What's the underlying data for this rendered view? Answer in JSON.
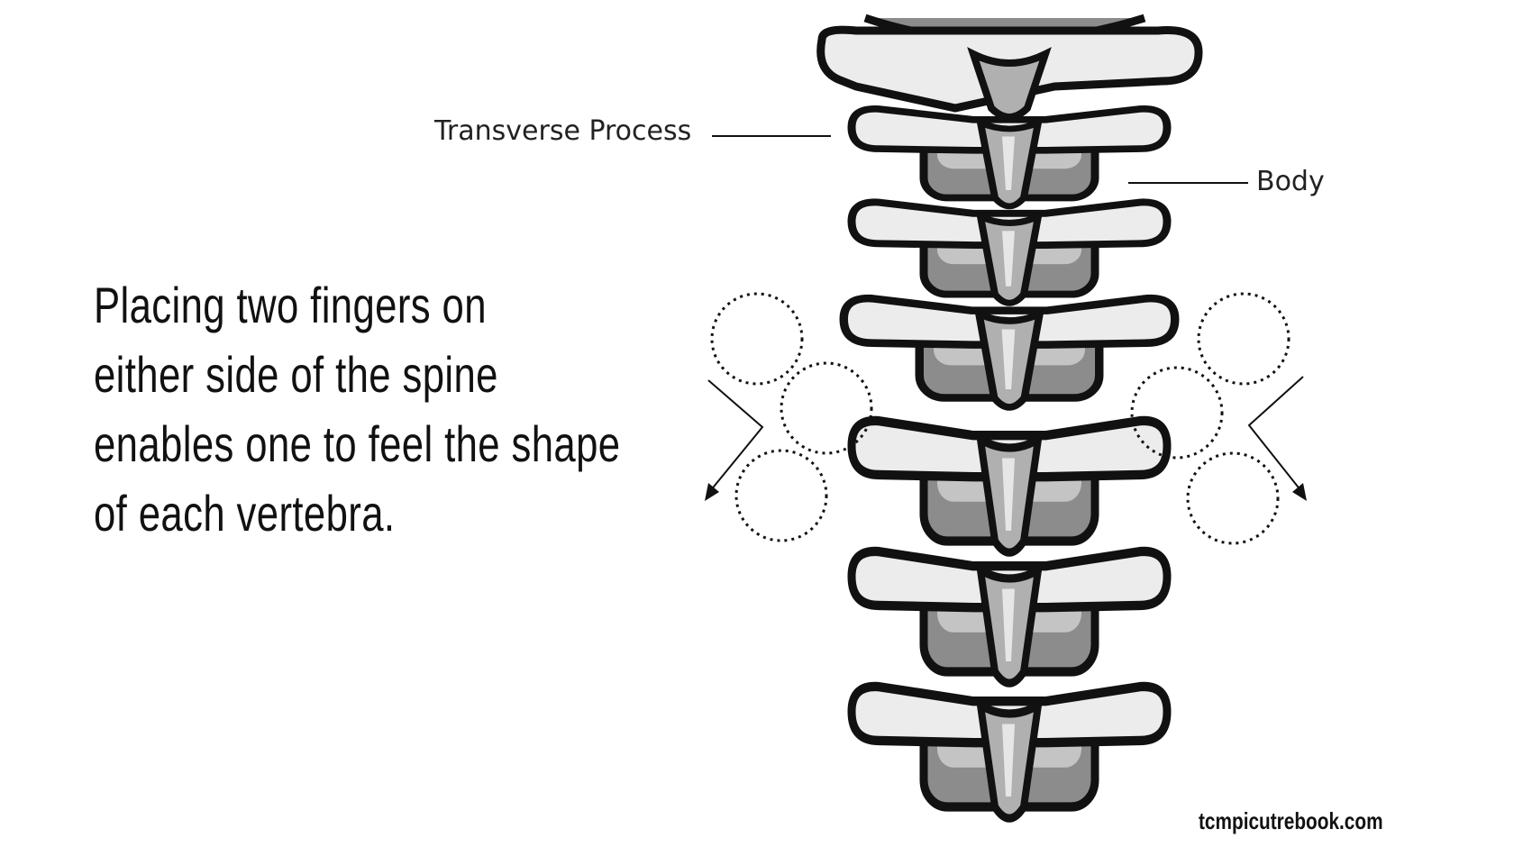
{
  "caption": {
    "lines": [
      "Placing two fingers on",
      "either side of the spine",
      "enables one to feel the shape",
      "of each vertebra."
    ]
  },
  "labels": {
    "transverse_process": "Transverse Process",
    "body": "Body"
  },
  "watermark": "tcmpicutrebook.com",
  "colors": {
    "bone_light": "#ececec",
    "bone_mid": "#c4c4c4",
    "bone_dark": "#8c8c8c",
    "outline": "#111111"
  }
}
